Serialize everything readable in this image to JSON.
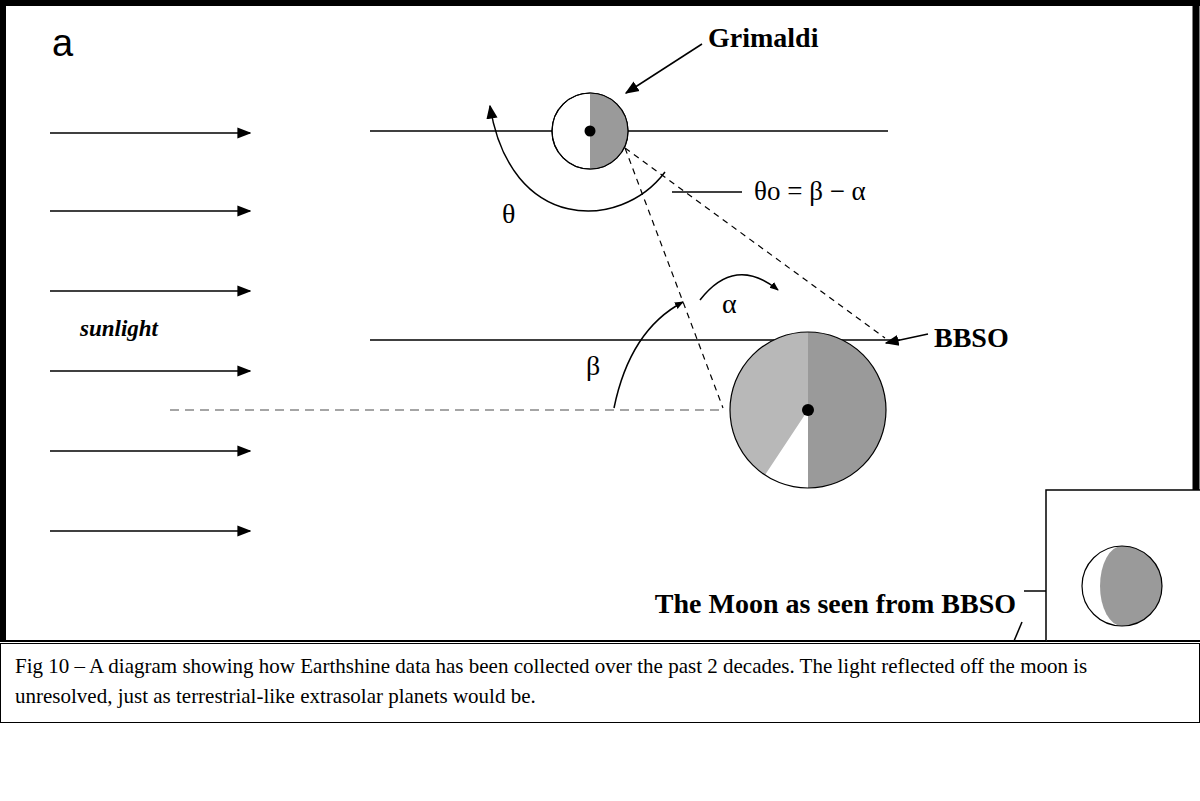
{
  "diagram": {
    "caption": "Fig 10 – A diagram showing how Earthshine data has been collected over the past 2 decades. The light reflected off the moon is unresolved, just as terrestrial-like extrasolar planets would be.",
    "labels": [
      "a",
      "Grimaldi",
      "θo = β − α",
      "θ",
      "α",
      "β",
      "sunlight",
      "BBSO",
      "The Moon as seen from BBSO"
    ]
  }
}
